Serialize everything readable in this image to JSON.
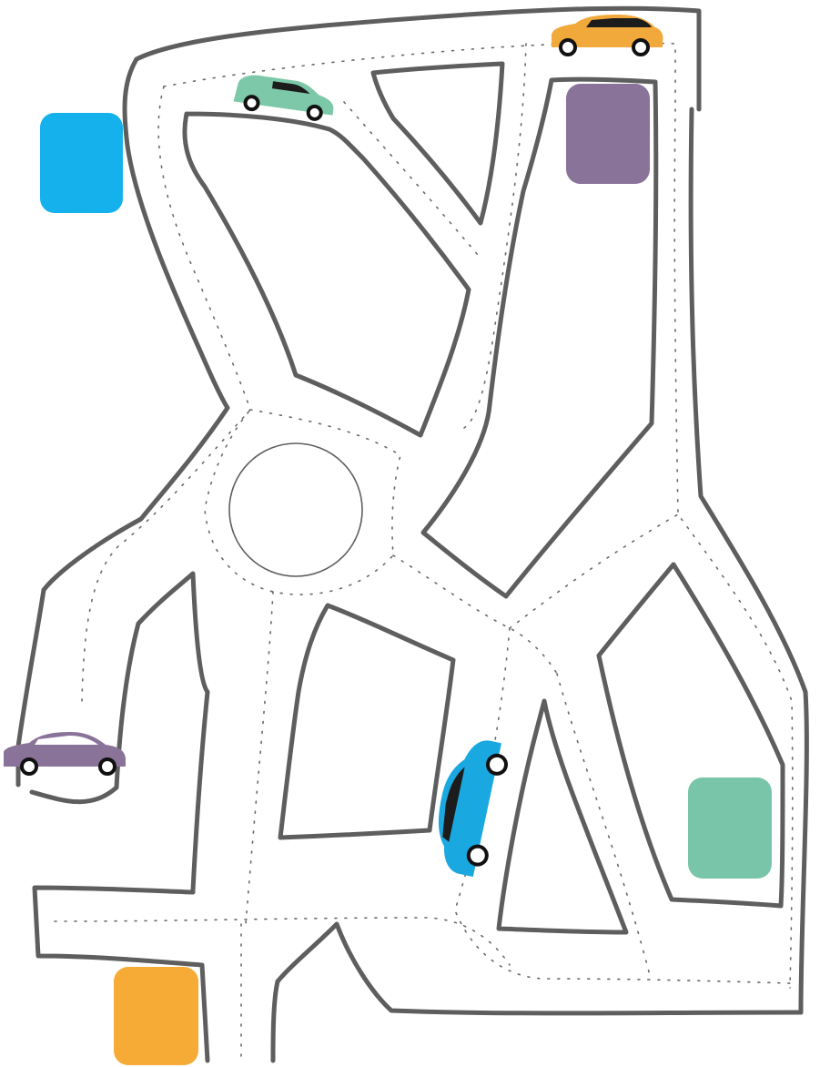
{
  "puzzle": {
    "type": "car parking maze",
    "cars": [
      {
        "id": "green-car",
        "color": "#7cc8a8"
      },
      {
        "id": "orange-car",
        "color": "#f2a93b"
      },
      {
        "id": "purple-car",
        "color": "#8a7399"
      },
      {
        "id": "blue-car",
        "color": "#1aa8e0"
      }
    ],
    "parking_spots": [
      {
        "id": "blue-spot",
        "color": "#14b1ec"
      },
      {
        "id": "purple-spot",
        "color": "#8a7399"
      },
      {
        "id": "green-spot",
        "color": "#78c5a9"
      },
      {
        "id": "orange-spot",
        "color": "#f5ab36"
      }
    ],
    "road_color": "#5e5e5e"
  }
}
